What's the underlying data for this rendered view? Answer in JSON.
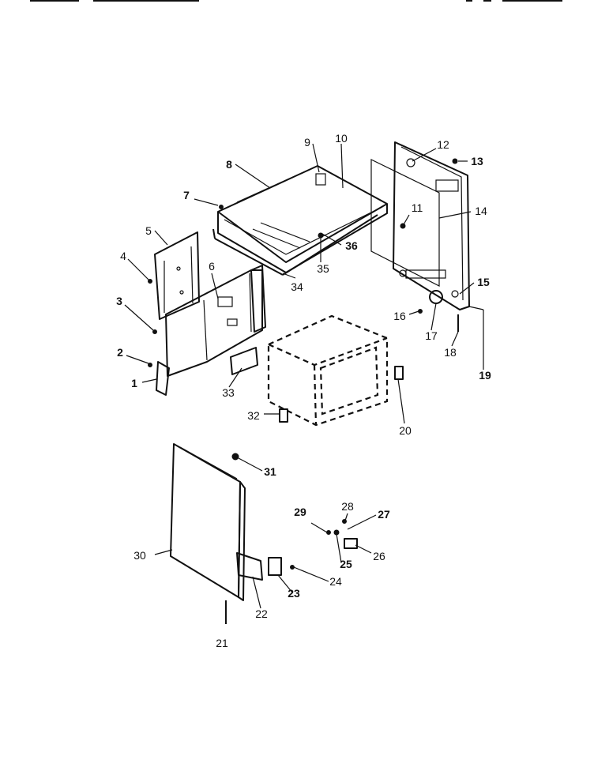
{
  "callouts": [
    {
      "id": "1",
      "text": "1",
      "bold": true
    },
    {
      "id": "2",
      "text": "2",
      "bold": true
    },
    {
      "id": "3",
      "text": "3",
      "bold": true
    },
    {
      "id": "4",
      "text": "4",
      "bold": false
    },
    {
      "id": "5",
      "text": "5",
      "bold": false
    },
    {
      "id": "6",
      "text": "6",
      "bold": false
    },
    {
      "id": "7",
      "text": "7",
      "bold": true
    },
    {
      "id": "8",
      "text": "8",
      "bold": true
    },
    {
      "id": "9",
      "text": "9",
      "bold": false
    },
    {
      "id": "10",
      "text": "10",
      "bold": false
    },
    {
      "id": "11",
      "text": "11",
      "bold": false
    },
    {
      "id": "12",
      "text": "12",
      "bold": false
    },
    {
      "id": "13",
      "text": "13",
      "bold": true
    },
    {
      "id": "14",
      "text": "14",
      "bold": false
    },
    {
      "id": "15",
      "text": "15",
      "bold": true
    },
    {
      "id": "16",
      "text": "16",
      "bold": false
    },
    {
      "id": "17",
      "text": "17",
      "bold": false
    },
    {
      "id": "18",
      "text": "18",
      "bold": false
    },
    {
      "id": "19",
      "text": "19",
      "bold": true
    },
    {
      "id": "20",
      "text": "20",
      "bold": false
    },
    {
      "id": "21",
      "text": "21",
      "bold": false
    },
    {
      "id": "22",
      "text": "22",
      "bold": false
    },
    {
      "id": "23",
      "text": "23",
      "bold": true
    },
    {
      "id": "24",
      "text": "24",
      "bold": false
    },
    {
      "id": "25",
      "text": "25",
      "bold": true
    },
    {
      "id": "26",
      "text": "26",
      "bold": false
    },
    {
      "id": "27",
      "text": "27",
      "bold": true
    },
    {
      "id": "28",
      "text": "28",
      "bold": false
    },
    {
      "id": "29",
      "text": "29",
      "bold": true
    },
    {
      "id": "30",
      "text": "30",
      "bold": false
    },
    {
      "id": "31",
      "text": "31",
      "bold": true
    },
    {
      "id": "32",
      "text": "32",
      "bold": false
    },
    {
      "id": "33",
      "text": "33",
      "bold": false
    },
    {
      "id": "34",
      "text": "34",
      "bold": false
    },
    {
      "id": "35",
      "text": "35",
      "bold": false
    },
    {
      "id": "36",
      "text": "36",
      "bold": true
    }
  ]
}
